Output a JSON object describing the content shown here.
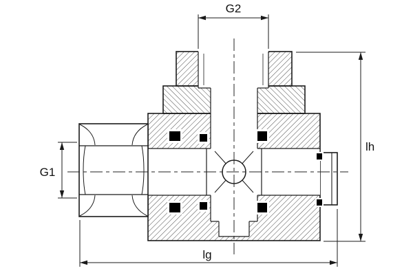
{
  "drawing": {
    "dimension_labels": {
      "g2": "G2",
      "g1": "G1",
      "lh": "lh",
      "lg": "lg"
    },
    "colors": {
      "line": "#1a1a1a",
      "seal": "#000000",
      "background": "#ffffff"
    }
  }
}
